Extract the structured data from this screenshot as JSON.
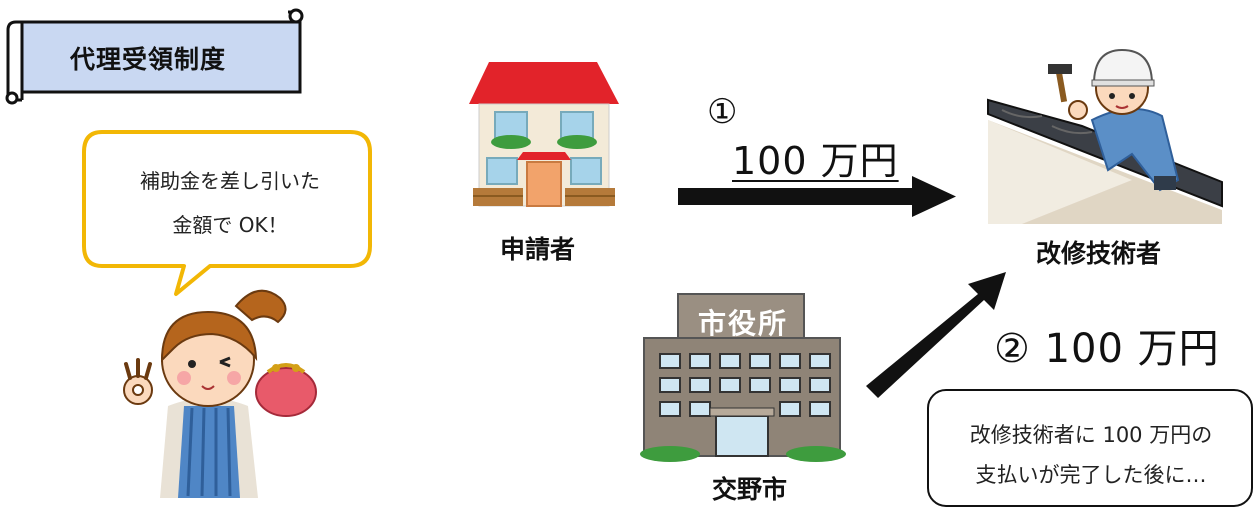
{
  "title": "代理受領制度",
  "speech_bubble": {
    "line1": "補助金を差し引いた",
    "line2": "金額で OK！"
  },
  "nodes": {
    "applicant": "申請者",
    "contractor": "改修技術者",
    "city": "交野市"
  },
  "city_hall_sign": "市役所",
  "flows": {
    "step1_number": "①",
    "step1_amount": "100 万円",
    "step2_amount": "② 100 万円"
  },
  "note": {
    "line1": "改修技術者に 100 万円の",
    "line2": "支払いが完了した後に…"
  },
  "colors": {
    "scroll_fill": "#c9d8f2",
    "bubble_border": "#f2b705",
    "roof_red": "#e2232a",
    "arrow": "#111111"
  }
}
